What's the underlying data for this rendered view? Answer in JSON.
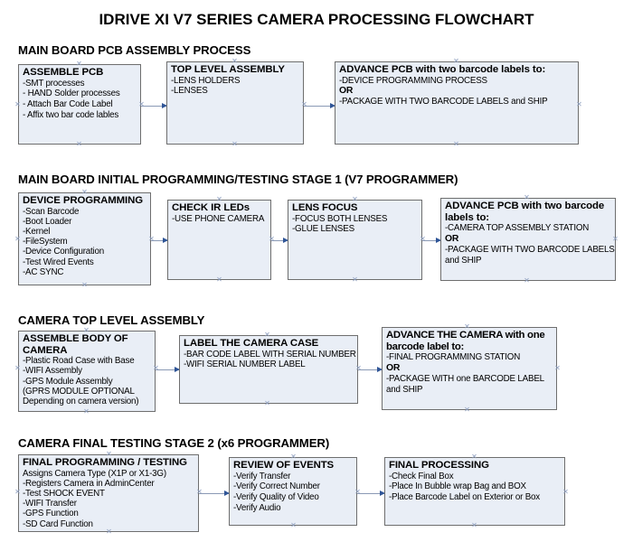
{
  "document": {
    "title": "IDRIVE XI V7 SERIES CAMERA PROCESSING FLOWCHART",
    "background_color": "#ffffff",
    "box_fill_color": "#e9eef6",
    "box_border_color": "#6e6e6e",
    "connector_color": "#8a99b5",
    "arrow_color": "#2f5597"
  },
  "sections": [
    {
      "heading": "MAIN BOARD PCB ASSEMBLY PROCESS",
      "boxes": [
        {
          "title": "ASSEMBLE PCB",
          "lines": [
            {
              "text": "-SMT processes",
              "bold": false
            },
            {
              "text": "- HAND Solder processes",
              "bold": false
            },
            {
              "text": "- Attach Bar Code Label",
              "bold": false
            },
            {
              "text": "- Affix two bar code lables",
              "bold": false
            }
          ]
        },
        {
          "title": "TOP LEVEL ASSEMBLY",
          "lines": [
            {
              "text": "-LENS HOLDERS",
              "bold": false
            },
            {
              "text": "-LENSES",
              "bold": false
            }
          ]
        },
        {
          "title": "ADVANCE PCB with two barcode labels to:",
          "lines": [
            {
              "text": "-DEVICE PROGRAMMING PROCESS",
              "bold": false
            },
            {
              "text": "OR",
              "bold": true
            },
            {
              "text": "-PACKAGE WITH TWO BARCODE LABELS and SHIP",
              "bold": false
            }
          ]
        }
      ]
    },
    {
      "heading": "MAIN BOARD INITIAL PROGRAMMING/TESTING STAGE 1 (V7 PROGRAMMER)",
      "boxes": [
        {
          "title": "DEVICE PROGRAMMING",
          "lines": [
            {
              "text": "-Scan Barcode",
              "bold": false
            },
            {
              "text": "-Boot Loader",
              "bold": false
            },
            {
              "text": "-Kernel",
              "bold": false
            },
            {
              "text": "-FileSystem",
              "bold": false
            },
            {
              "text": "-Device Configuration",
              "bold": false
            },
            {
              "text": "-Test Wired Events",
              "bold": false
            },
            {
              "text": "-AC SYNC",
              "bold": false
            }
          ]
        },
        {
          "title": "CHECK IR LEDs",
          "lines": [
            {
              "text": "-USE PHONE CAMERA",
              "bold": false
            }
          ]
        },
        {
          "title": "LENS FOCUS",
          "lines": [
            {
              "text": "-FOCUS BOTH LENSES",
              "bold": false
            },
            {
              "text": "-GLUE LENSES",
              "bold": false
            }
          ]
        },
        {
          "title": "ADVANCE PCB with two barcode\nlabels to:",
          "lines": [
            {
              "text": "-CAMERA TOP ASSEMBLY STATION",
              "bold": false
            },
            {
              "text": "OR",
              "bold": true
            },
            {
              "text": "-PACKAGE WITH TWO BARCODE LABELS",
              "bold": false
            },
            {
              "text": "and SHIP",
              "bold": false
            }
          ]
        }
      ]
    },
    {
      "heading": "CAMERA TOP LEVEL ASSEMBLY",
      "boxes": [
        {
          "title": "ASSEMBLE BODY OF\nCAMERA",
          "lines": [
            {
              "text": "-Plastic Road Case with Base",
              "bold": false
            },
            {
              "text": "-WIFI Assembly",
              "bold": false
            },
            {
              "text": "-GPS Module Assembly",
              "bold": false
            },
            {
              "text": "(GPRS MODULE OPTIONAL",
              "bold": false
            },
            {
              "text": "Depending on camera version)",
              "bold": false
            }
          ]
        },
        {
          "title": "LABEL THE CAMERA CASE",
          "lines": [
            {
              "text": "-BAR CODE LABEL WITH SERIAL NUMBER",
              "bold": false
            },
            {
              "text": "-WIFI SERIAL NUMBER LABEL",
              "bold": false
            }
          ]
        },
        {
          "title": "ADVANCE THE CAMERA with one\nbarcode label to:",
          "lines": [
            {
              "text": "-FINAL PROGRAMMING STATION",
              "bold": false
            },
            {
              "text": "OR",
              "bold": true
            },
            {
              "text": "-PACKAGE WITH one BARCODE LABEL",
              "bold": false
            },
            {
              "text": "and SHIP",
              "bold": false
            }
          ]
        }
      ]
    },
    {
      "heading": "CAMERA FINAL TESTING STAGE 2 (x6 PROGRAMMER)",
      "boxes": [
        {
          "title": "FINAL PROGRAMMING / TESTING",
          "lines": [
            {
              "text": "Assigns Camera Type (X1P or X1-3G)",
              "bold": false
            },
            {
              "text": "-Registers Camera in AdminCenter",
              "bold": false
            },
            {
              "text": "-Test SHOCK EVENT",
              "bold": false
            },
            {
              "text": "-WIFI Transfer",
              "bold": false
            },
            {
              "text": "-GPS Function",
              "bold": false
            },
            {
              "text": "-SD Card Function",
              "bold": false
            }
          ]
        },
        {
          "title": "REVIEW OF EVENTS",
          "lines": [
            {
              "text": "-Verify Transfer",
              "bold": false
            },
            {
              "text": "-Verify Correct Number",
              "bold": false
            },
            {
              "text": "-Verify Quality of Video",
              "bold": false
            },
            {
              "text": "-Verify Audio",
              "bold": false
            }
          ]
        },
        {
          "title": "FINAL PROCESSING",
          "lines": [
            {
              "text": " -Check Final Box",
              "bold": false
            },
            {
              "text": "-Place In Bubble wrap Bag and BOX",
              "bold": false
            },
            {
              "text": "-Place Barcode Label on Exterior or Box",
              "bold": false
            }
          ]
        }
      ]
    }
  ]
}
